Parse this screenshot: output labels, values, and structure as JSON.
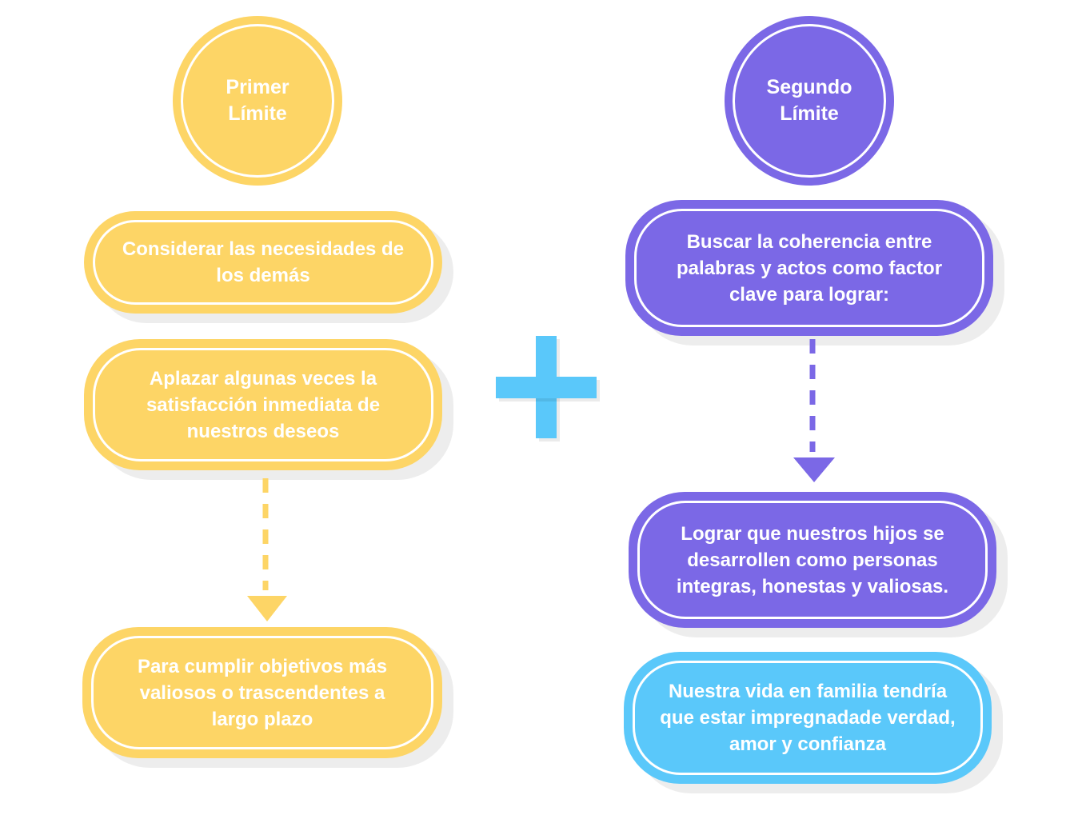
{
  "left": {
    "circle_label": "Primer Límite",
    "boxes": [
      "Considerar las necesidades de los demás",
      "Aplazar algunas veces la satisfacción inmediata de nuestros deseos",
      "Para cumplir objetivos más valiosos o trascendentes a largo plazo"
    ]
  },
  "right": {
    "circle_label": "Segundo Límite",
    "boxes": [
      "Buscar la coherencia entre palabras y actos como factor clave para lograr:",
      "Lograr que nuestros hijos se desarrollen como personas integras, honestas y valiosas.",
      "Nuestra vida en familia tendría que estar impregnadade verdad, amor y confianza"
    ]
  },
  "colors": {
    "yellow": "#fdd566",
    "purple": "#7b68e6",
    "blue": "#5ac8fa"
  },
  "icons": [
    "plus-icon",
    "arrow-down-icon"
  ]
}
